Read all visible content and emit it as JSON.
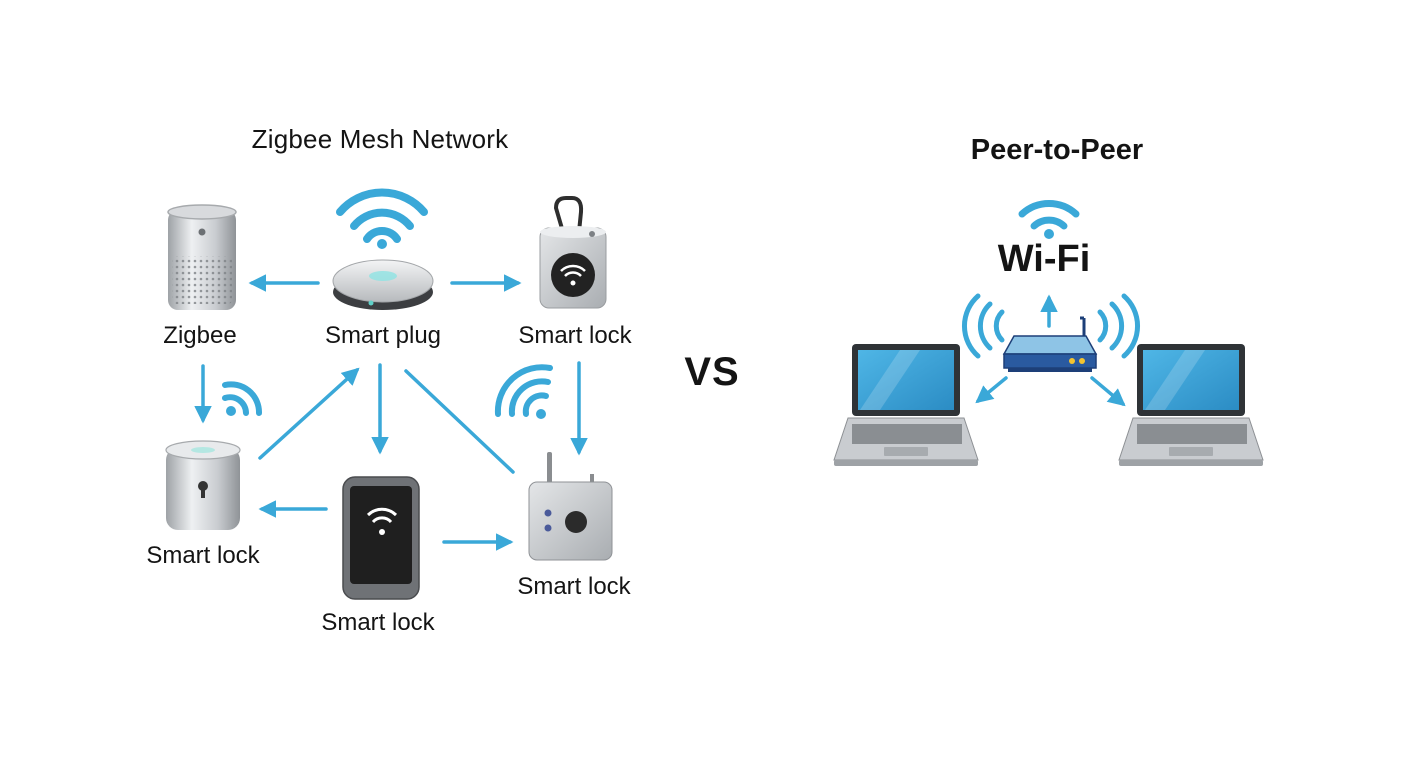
{
  "colors": {
    "accent": "#3aa8d8",
    "device_gray": "#b9bcc0",
    "device_dark": "#2e2e2e",
    "screen_blue": "#37a6dc"
  },
  "left": {
    "title": "Zigbee Mesh Network",
    "nodes": {
      "top_left": {
        "label": "Zigbee",
        "icon": "air-purifier-hub-icon"
      },
      "top_center": {
        "label": "Smart plug",
        "icon": "wifi-hub-puck-icon"
      },
      "top_right": {
        "label": "Smart lock",
        "icon": "smart-plug-device-icon"
      },
      "bottom_left": {
        "label": "Smart lock",
        "icon": "cylinder-lock-icon"
      },
      "bottom_center": {
        "label": "Smart lock",
        "icon": "phone-icon"
      },
      "bottom_right": {
        "label": "Smart lock",
        "icon": "sensor-box-icon"
      }
    }
  },
  "separator": {
    "label": "VS"
  },
  "right": {
    "title": "Peer-to-Peer",
    "wifi_label": "Wi-Fi",
    "devices": {
      "router": "router-icon",
      "laptop_left": "laptop-icon",
      "laptop_right": "laptop-icon"
    }
  }
}
